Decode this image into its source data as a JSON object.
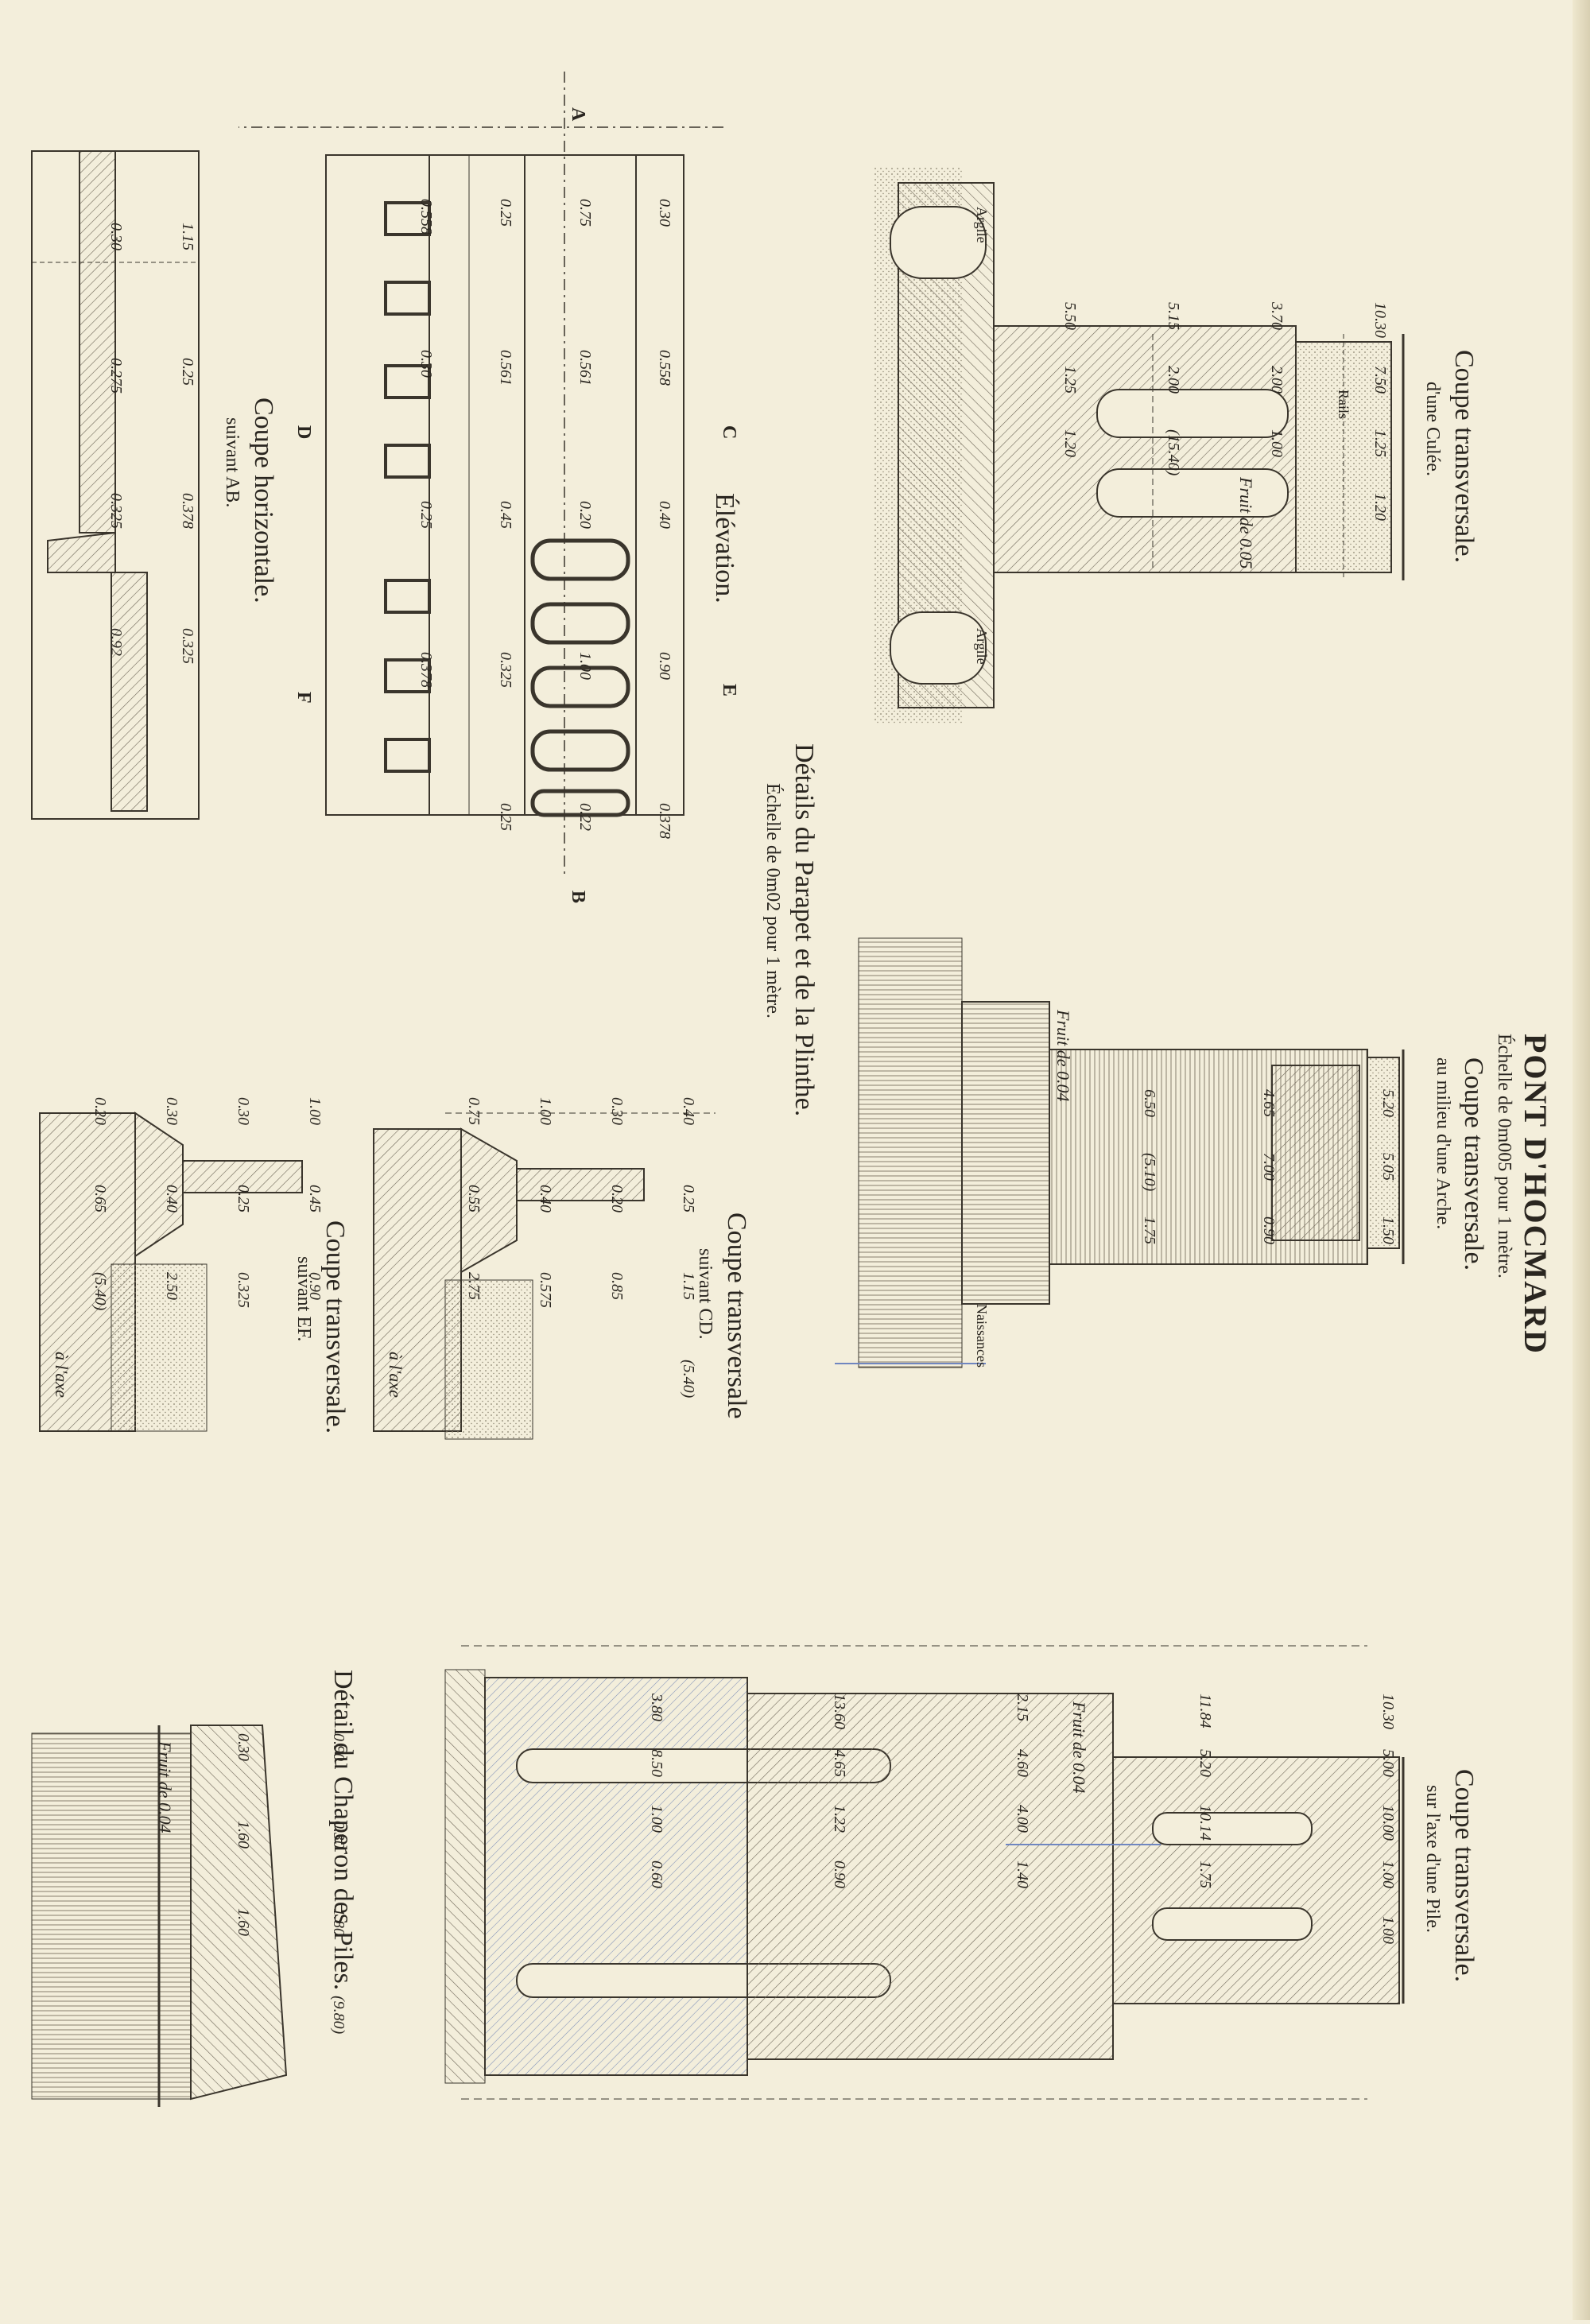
{
  "plate": {
    "title": "PONT D'HOCMARD",
    "scale_main": "Échelle de 0m005 pour 1 mètre.",
    "sections": {
      "culee": {
        "title": "Coupe transversale.",
        "subtitle": "d'une Culée."
      },
      "arche": {
        "title": "Coupe transversale.",
        "subtitle": "au milieu d'une Arche."
      },
      "pile": {
        "title": "Coupe transversale.",
        "subtitle": "sur l'axe d'une Pile."
      },
      "parapet": {
        "title": "Détails du Parapet et de la Plinthe.",
        "scale": "Échelle de 0m02 pour 1 mètre."
      },
      "elevation": {
        "title": "Élévation."
      },
      "horizontale": {
        "title": "Coupe horizontale.",
        "subtitle": "suivant AB."
      },
      "cd": {
        "title": "Coupe transversale",
        "subtitle": "suivant CD."
      },
      "ef": {
        "title": "Coupe transversale.",
        "subtitle": "suivant EF."
      },
      "chaperon": {
        "title": "Détail du Chaperon des Piles."
      }
    }
  },
  "labels": {
    "argile": "Argile",
    "rails": "Rails",
    "naissances": "Naissances",
    "fruit_005": "Fruit de 0.05",
    "fruit_004": "Fruit de 0.04",
    "a_laxe": "à l'axe",
    "axis_a": "A",
    "axis_b": "B",
    "axis_c": "C",
    "axis_d": "D",
    "axis_e": "E",
    "axis_f": "F"
  },
  "dims": {
    "culee": [
      "10.30",
      "3.70",
      "5.15",
      "5.50",
      "7.50",
      "2.00",
      "2.00",
      "1.25",
      "1.25",
      "1.00",
      "(15.40)",
      "1.20",
      "1.20"
    ],
    "arche": [
      "5.20",
      "4.65",
      "6.50",
      "5.05",
      "7.00",
      "(5.10)",
      "1.50",
      "0.90",
      "1.75"
    ],
    "pile": [
      "10.30",
      "11.84",
      "2.15",
      "13.60",
      "3.80",
      "5.00",
      "5.20",
      "4.60",
      "4.65",
      "8.50",
      "10.00",
      "10.14",
      "4.00",
      "1.22",
      "1.00",
      "1.00",
      "1.75",
      "1.40",
      "0.90",
      "0.60",
      "1.00"
    ],
    "parapet": [
      "0.30",
      "0.75",
      "0.25",
      "0.558",
      "0.558",
      "0.561",
      "0.561",
      "0.30",
      "0.40",
      "0.20",
      "0.45",
      "0.25",
      "0.90",
      "1.00",
      "0.325",
      "0.378",
      "0.378",
      "0.22",
      "0.25"
    ],
    "horizontale": [
      "1.15",
      "0.30",
      "0.25",
      "0.275",
      "0.378",
      "0.325",
      "0.325",
      "0.92"
    ],
    "cd": [
      "0.40",
      "0.30",
      "1.00",
      "0.75",
      "0.25",
      "0.20",
      "0.40",
      "0.55",
      "1.15",
      "0.85",
      "0.575",
      "2.75",
      "(5.40)"
    ],
    "ef": [
      "1.00",
      "0.30",
      "0.30",
      "0.20",
      "0.45",
      "0.25",
      "0.40",
      "0.65",
      "0.90",
      "0.325",
      "2.50",
      "(5.40)"
    ],
    "chaperon": [
      "0.90",
      "0.30",
      "0.30",
      "1.60",
      "1.80",
      "1.60",
      "(9.80)"
    ]
  }
}
